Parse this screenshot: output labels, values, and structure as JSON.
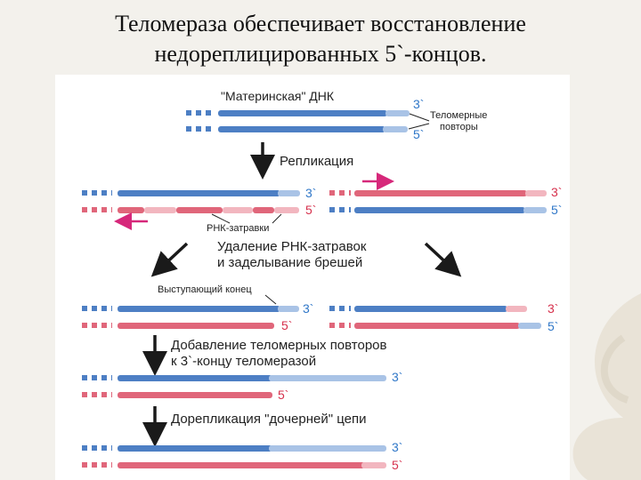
{
  "title": {
    "line1": "Теломераза обеспечивает восстановление",
    "line2": "недореплицированных 5`-концов."
  },
  "diagram": {
    "parent_dna": "\"Материнская\" ДНК",
    "end3": "3`",
    "end5": "5`",
    "telomere_line1": "Теломерные",
    "telomere_line2": "повторы",
    "replication": "Репликация",
    "rna_primers": "РНК-затравки",
    "removal_line1": "Удаление РНК-затравок",
    "removal_line2": "и заделывание брешей",
    "overhang": "Выступающий конец",
    "add_line1": "Добавление теломерных повторов",
    "add_line2": "к 3`-концу теломеразой",
    "rereplication": "Дорепликация \"дочерней\" цепи"
  },
  "colors": {
    "blue_strand": "#4d7fc4",
    "blue_light": "#a9c3e6",
    "red_strand": "#e0667a",
    "red_light": "#f2b6bf",
    "magenta_arrow": "#d6287a",
    "label_blue": "#2f77c8",
    "label_red": "#d6304c"
  }
}
